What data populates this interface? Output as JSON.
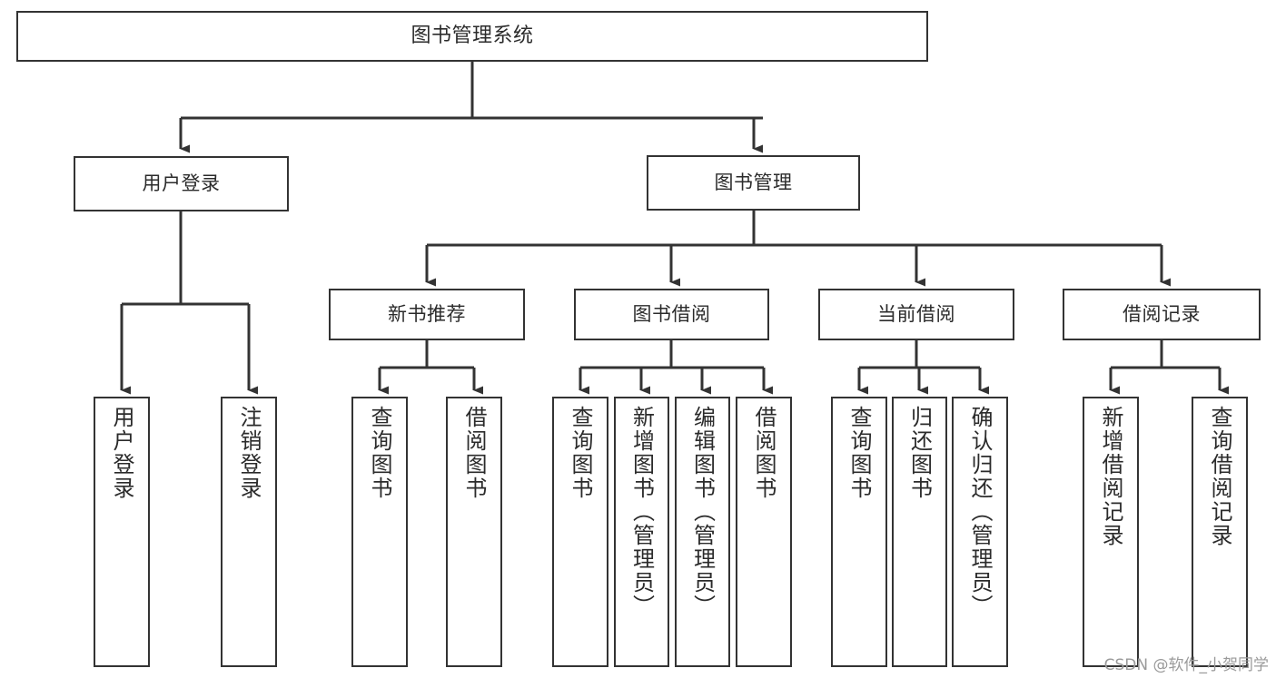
{
  "diagram": {
    "type": "tree",
    "title": "图书管理系统",
    "root": {
      "label": "图书管理系统"
    },
    "level1": [
      {
        "label": "用户登录"
      },
      {
        "label": "图书管理"
      }
    ],
    "level2": [
      {
        "label": "新书推荐"
      },
      {
        "label": "图书借阅"
      },
      {
        "label": "当前借阅"
      },
      {
        "label": "借阅记录"
      }
    ],
    "leaves": {
      "user_login": [
        {
          "label": "用户登录"
        },
        {
          "label": "注销登录"
        }
      ],
      "new_book_recommend": [
        {
          "label": "查询图书"
        },
        {
          "label": "借阅图书"
        }
      ],
      "book_borrow": [
        {
          "label": "查询图书"
        },
        {
          "label": "新增图书（管理员）"
        },
        {
          "label": "编辑图书（管理员）"
        },
        {
          "label": "借阅图书"
        }
      ],
      "current_borrow": [
        {
          "label": "查询图书"
        },
        {
          "label": "归还图书"
        },
        {
          "label": "确认归还（管理员）"
        }
      ],
      "borrow_record": [
        {
          "label": "新增借阅记录"
        },
        {
          "label": "查询借阅记录"
        }
      ]
    }
  },
  "watermark": {
    "text": "CSDN @软件_小贺同学"
  },
  "colors": {
    "border": "#333333",
    "text": "#2b2b2b",
    "background": "#ffffff",
    "watermark": "#9a9a9a"
  }
}
